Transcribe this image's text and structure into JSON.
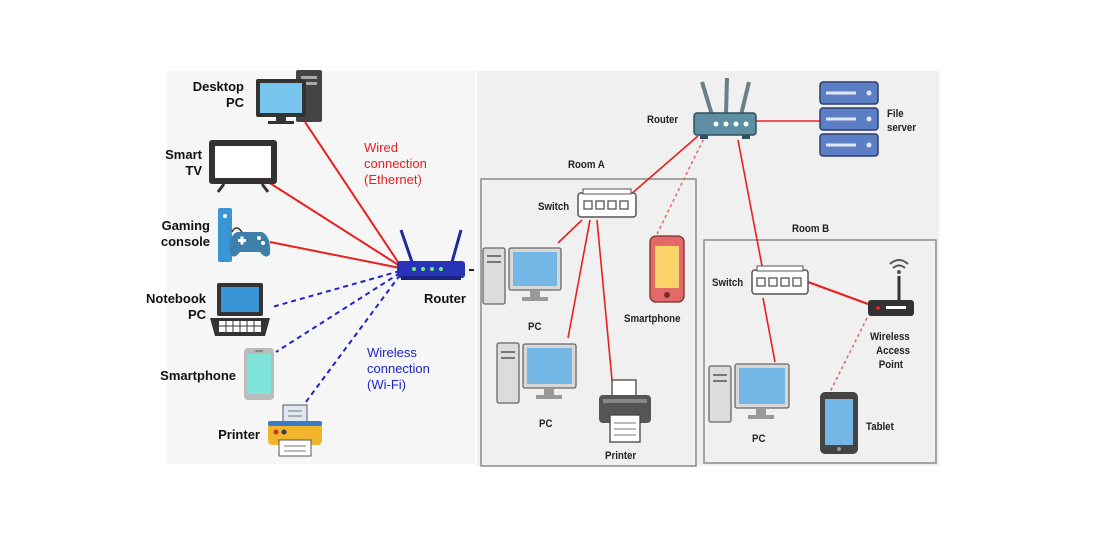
{
  "left_panel": {
    "devices": {
      "desktop": [
        "Desktop",
        "PC"
      ],
      "smart_tv": [
        "Smart",
        "TV"
      ],
      "gaming": [
        "Gaming",
        "console"
      ],
      "notebook": [
        "Notebook",
        "PC"
      ],
      "smartphone": "Smartphone",
      "printer": "Printer"
    },
    "router": "Router",
    "wired_caption": [
      "Wired",
      "connection",
      "(Ethernet)"
    ],
    "wireless_caption": [
      "Wireless",
      "connection",
      "(Wi-Fi)"
    ]
  },
  "right_panel": {
    "router": "Router",
    "file_server": [
      "File",
      "server"
    ],
    "room_a": {
      "title": "Room A",
      "switch": "Switch",
      "pc1": "PC",
      "pc2": "PC",
      "smartphone": "Smartphone",
      "printer": "Printer"
    },
    "room_b": {
      "title": "Room B",
      "switch": "Switch",
      "wap": [
        "Wireless",
        "Access",
        "Point"
      ],
      "pc": "PC",
      "tablet": "Tablet"
    }
  },
  "colors": {
    "wired": "#e8201f",
    "wireless": "#1d24c9",
    "router_left": "#2733b8",
    "router_right": "#4f7d93"
  }
}
